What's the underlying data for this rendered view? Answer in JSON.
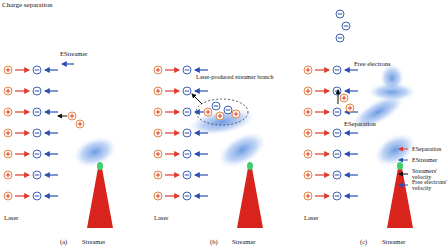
{
  "diagram": {
    "labels": [
      "Charge separation",
      "EStreamer",
      "Laser",
      "Streamer",
      "(a)",
      "Laser-produced streamer branch",
      "Laser",
      "Streamer",
      "(b)",
      "Free electrons",
      "ESeparation",
      "Laser",
      "Streamer",
      "(c)"
    ],
    "legend": [
      {
        "text": "ESeparation"
      },
      {
        "text": "EStreamer"
      },
      {
        "text": "Streamers' velocity"
      },
      {
        "text": "Free electrons' velocity"
      }
    ]
  }
}
